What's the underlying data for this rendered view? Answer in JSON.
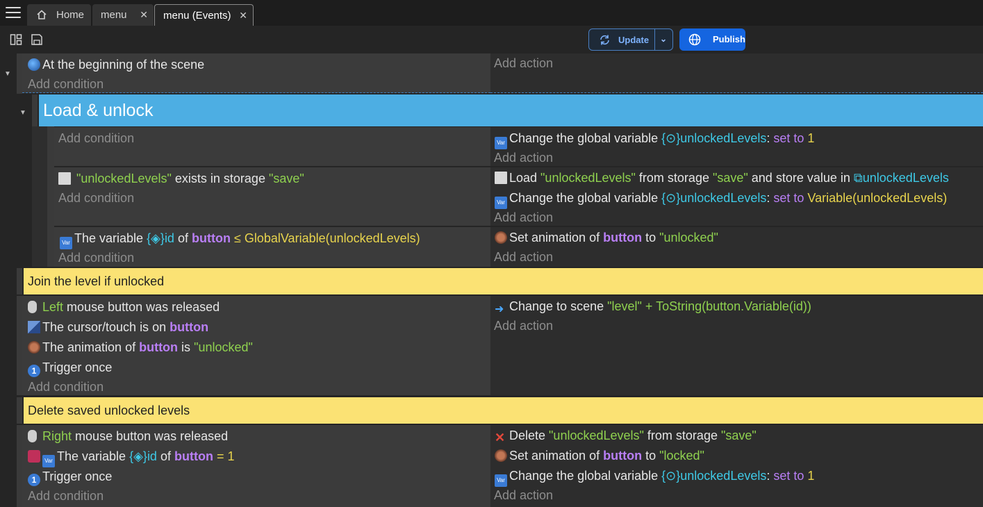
{
  "tabs": [
    {
      "label": "Home"
    },
    {
      "label": "menu"
    },
    {
      "label": "menu (Events)"
    }
  ],
  "toolbar": {
    "update_label": "Update",
    "publish_label": "Publish"
  },
  "events": {
    "e1": {
      "cond": "At the beginning of the scene",
      "add_condition": "Add condition",
      "add_action": "Add action"
    },
    "group": {
      "title": "Load & unlock"
    },
    "e2": {
      "add_condition": "Add condition",
      "act1_prefix": "Change the global variable ",
      "act1_var": "unlockedLevels",
      "act1_colon": ": ",
      "act1_op": "set to",
      "act1_val": "1",
      "add_action": "Add action"
    },
    "e3": {
      "cond_str1": "\"unlockedLevels\"",
      "cond_mid": " exists in storage ",
      "cond_str2": "\"save\"",
      "add_condition": "Add condition",
      "act1_prefix": "Load ",
      "act1_str1": "\"unlockedLevels\"",
      "act1_mid": " from storage ",
      "act1_str2": "\"save\"",
      "act1_mid2": " and store value in ",
      "act1_var": "unlockedLevels",
      "act2_prefix": "Change the global variable ",
      "act2_var": "unlockedLevels",
      "act2_colon": ": ",
      "act2_op": "set to",
      "act2_val": "Variable(unlockedLevels)",
      "add_action": "Add action"
    },
    "e4": {
      "cond_prefix": "The variable ",
      "cond_var": "id",
      "cond_of": " of ",
      "cond_obj": "button",
      "cond_op": "≤",
      "cond_val": "GlobalVariable(unlockedLevels)",
      "add_condition": "Add condition",
      "act1_prefix": "Set animation of ",
      "act1_obj": "button",
      "act1_to": " to ",
      "act1_val": "\"unlocked\"",
      "add_action": "Add action"
    },
    "comment1": "Join the level if unlocked",
    "e5": {
      "c1_a": "Left",
      "c1_b": " mouse button was released",
      "c2_a": "The cursor/touch is on ",
      "c2_obj": "button",
      "c3_a": "The animation of ",
      "c3_obj": "button",
      "c3_is": " is ",
      "c3_val": "\"unlocked\"",
      "c4": "Trigger once",
      "add_condition": "Add condition",
      "act1_prefix": "Change to scene ",
      "act1_val": "\"level\" + ToString(button.Variable(id))",
      "add_action": "Add action"
    },
    "comment2": "Delete saved unlocked levels",
    "e6": {
      "c1_a": "Right",
      "c1_b": " mouse button was released",
      "c2_a": "The variable ",
      "c2_var": "id",
      "c2_of": " of ",
      "c2_obj": "button",
      "c2_op": "=",
      "c2_val": "1",
      "c3": "Trigger once",
      "add_condition": "Add condition",
      "act1_prefix": "Delete ",
      "act1_str1": "\"unlockedLevels\"",
      "act1_mid": " from storage ",
      "act1_str2": "\"save\"",
      "act2_prefix": "Set animation of ",
      "act2_obj": "button",
      "act2_to": " to ",
      "act2_val": "\"locked\"",
      "act3_prefix": "Change the global variable ",
      "act3_var": "unlockedLevels",
      "act3_colon": ": ",
      "act3_op": "set to",
      "act3_val": "1",
      "add_action": "Add action"
    }
  },
  "colors": {
    "group": "#4daee3",
    "comment": "#fbe274",
    "accent": "#1565e0"
  }
}
